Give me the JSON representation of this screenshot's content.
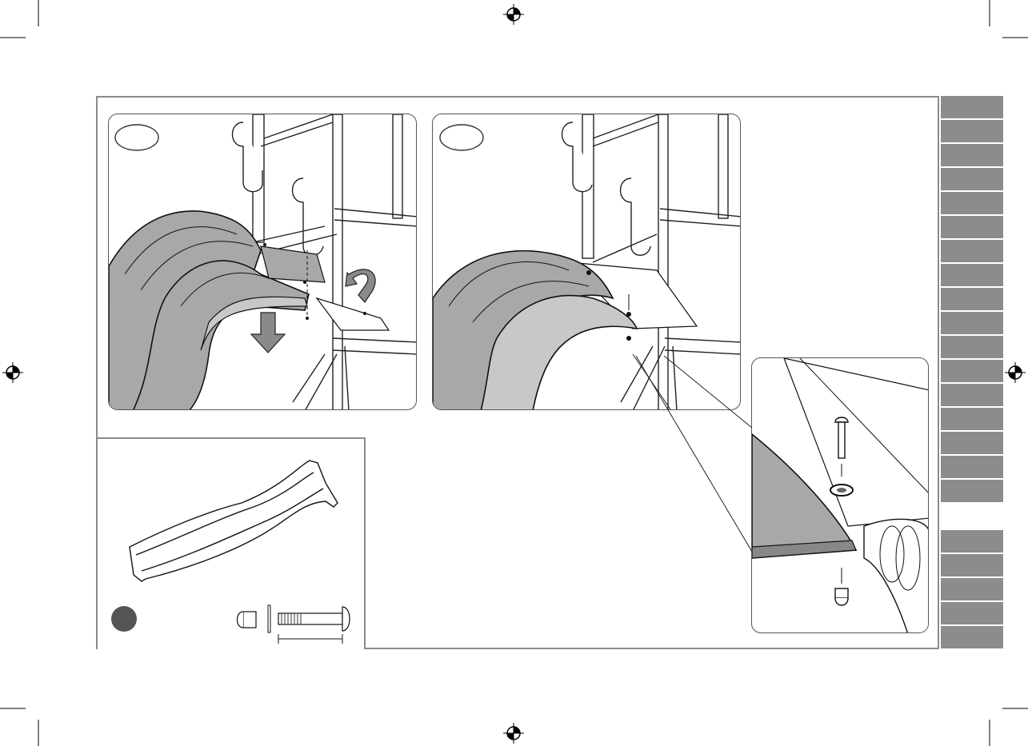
{
  "page": {
    "title": "",
    "colors": {
      "frame": "#8a8a8a",
      "tab": "#8c8c8c",
      "slide_fill": "#a8a8a8",
      "slide_light": "#c8c8c8",
      "line": "#222222",
      "marker": "#555555"
    }
  },
  "steps": [
    {
      "number": "",
      "illustration": "slide-positioning"
    },
    {
      "number": "",
      "illustration": "slide-fastened"
    }
  ],
  "detail": {
    "illustration": "bolt-washer-nut-detail"
  },
  "parts": {
    "item_label": "",
    "hardware": [
      "cap-nut-icon",
      "washer-icon",
      "bolt-icon"
    ],
    "bolt_length": ""
  },
  "tabs_group_1": [
    "",
    "",
    "",
    "",
    "",
    "",
    "",
    "",
    "",
    "",
    "",
    "",
    "",
    "",
    "",
    "",
    ""
  ],
  "tabs_group_2": [
    "",
    "",
    "",
    "",
    ""
  ],
  "icons": [
    "registration-mark-icon",
    "crop-mark-icon",
    "arrow-down-icon",
    "rotate-arrow-icon"
  ]
}
